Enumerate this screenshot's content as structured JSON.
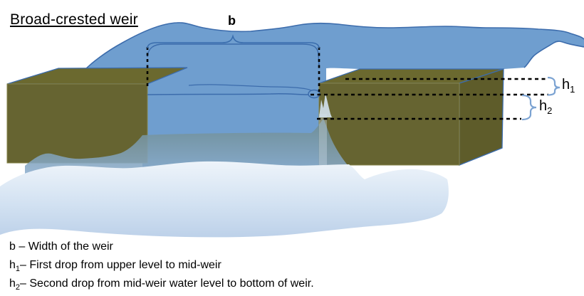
{
  "title": "Broad-crested weir",
  "diagram_labels": {
    "b": "b",
    "h1": {
      "base": "h",
      "sub": "1"
    },
    "h2": {
      "base": "h",
      "sub": "2"
    }
  },
  "legend": {
    "items": [
      {
        "lead": "b",
        "sub": "",
        "rest": " – Width of the weir"
      },
      {
        "lead": "h",
        "sub": "1",
        "rest": "– First drop from upper level to mid-weir"
      },
      {
        "lead": "h",
        "sub": "2",
        "rest": "– Second drop from mid-weir water level to bottom of weir."
      }
    ]
  },
  "colors": {
    "water": "#6f9ecf",
    "waterLine": "#3c6cac",
    "weirTop": "#6b692f",
    "weirFront": "#666431",
    "weirSide": "#5e5c2a",
    "weirEdge": "#8e8c4a",
    "grayTop": "#6e8b8e",
    "grayBottom": "#8badce",
    "foamTop": "#eef4fa",
    "foamBottom": "#bdd1e9",
    "trickle": "#d3e2f0",
    "braceB": "#3a6dad",
    "braceLight": "#7ca3d2",
    "dotted": "#000000",
    "text": "#000000"
  }
}
